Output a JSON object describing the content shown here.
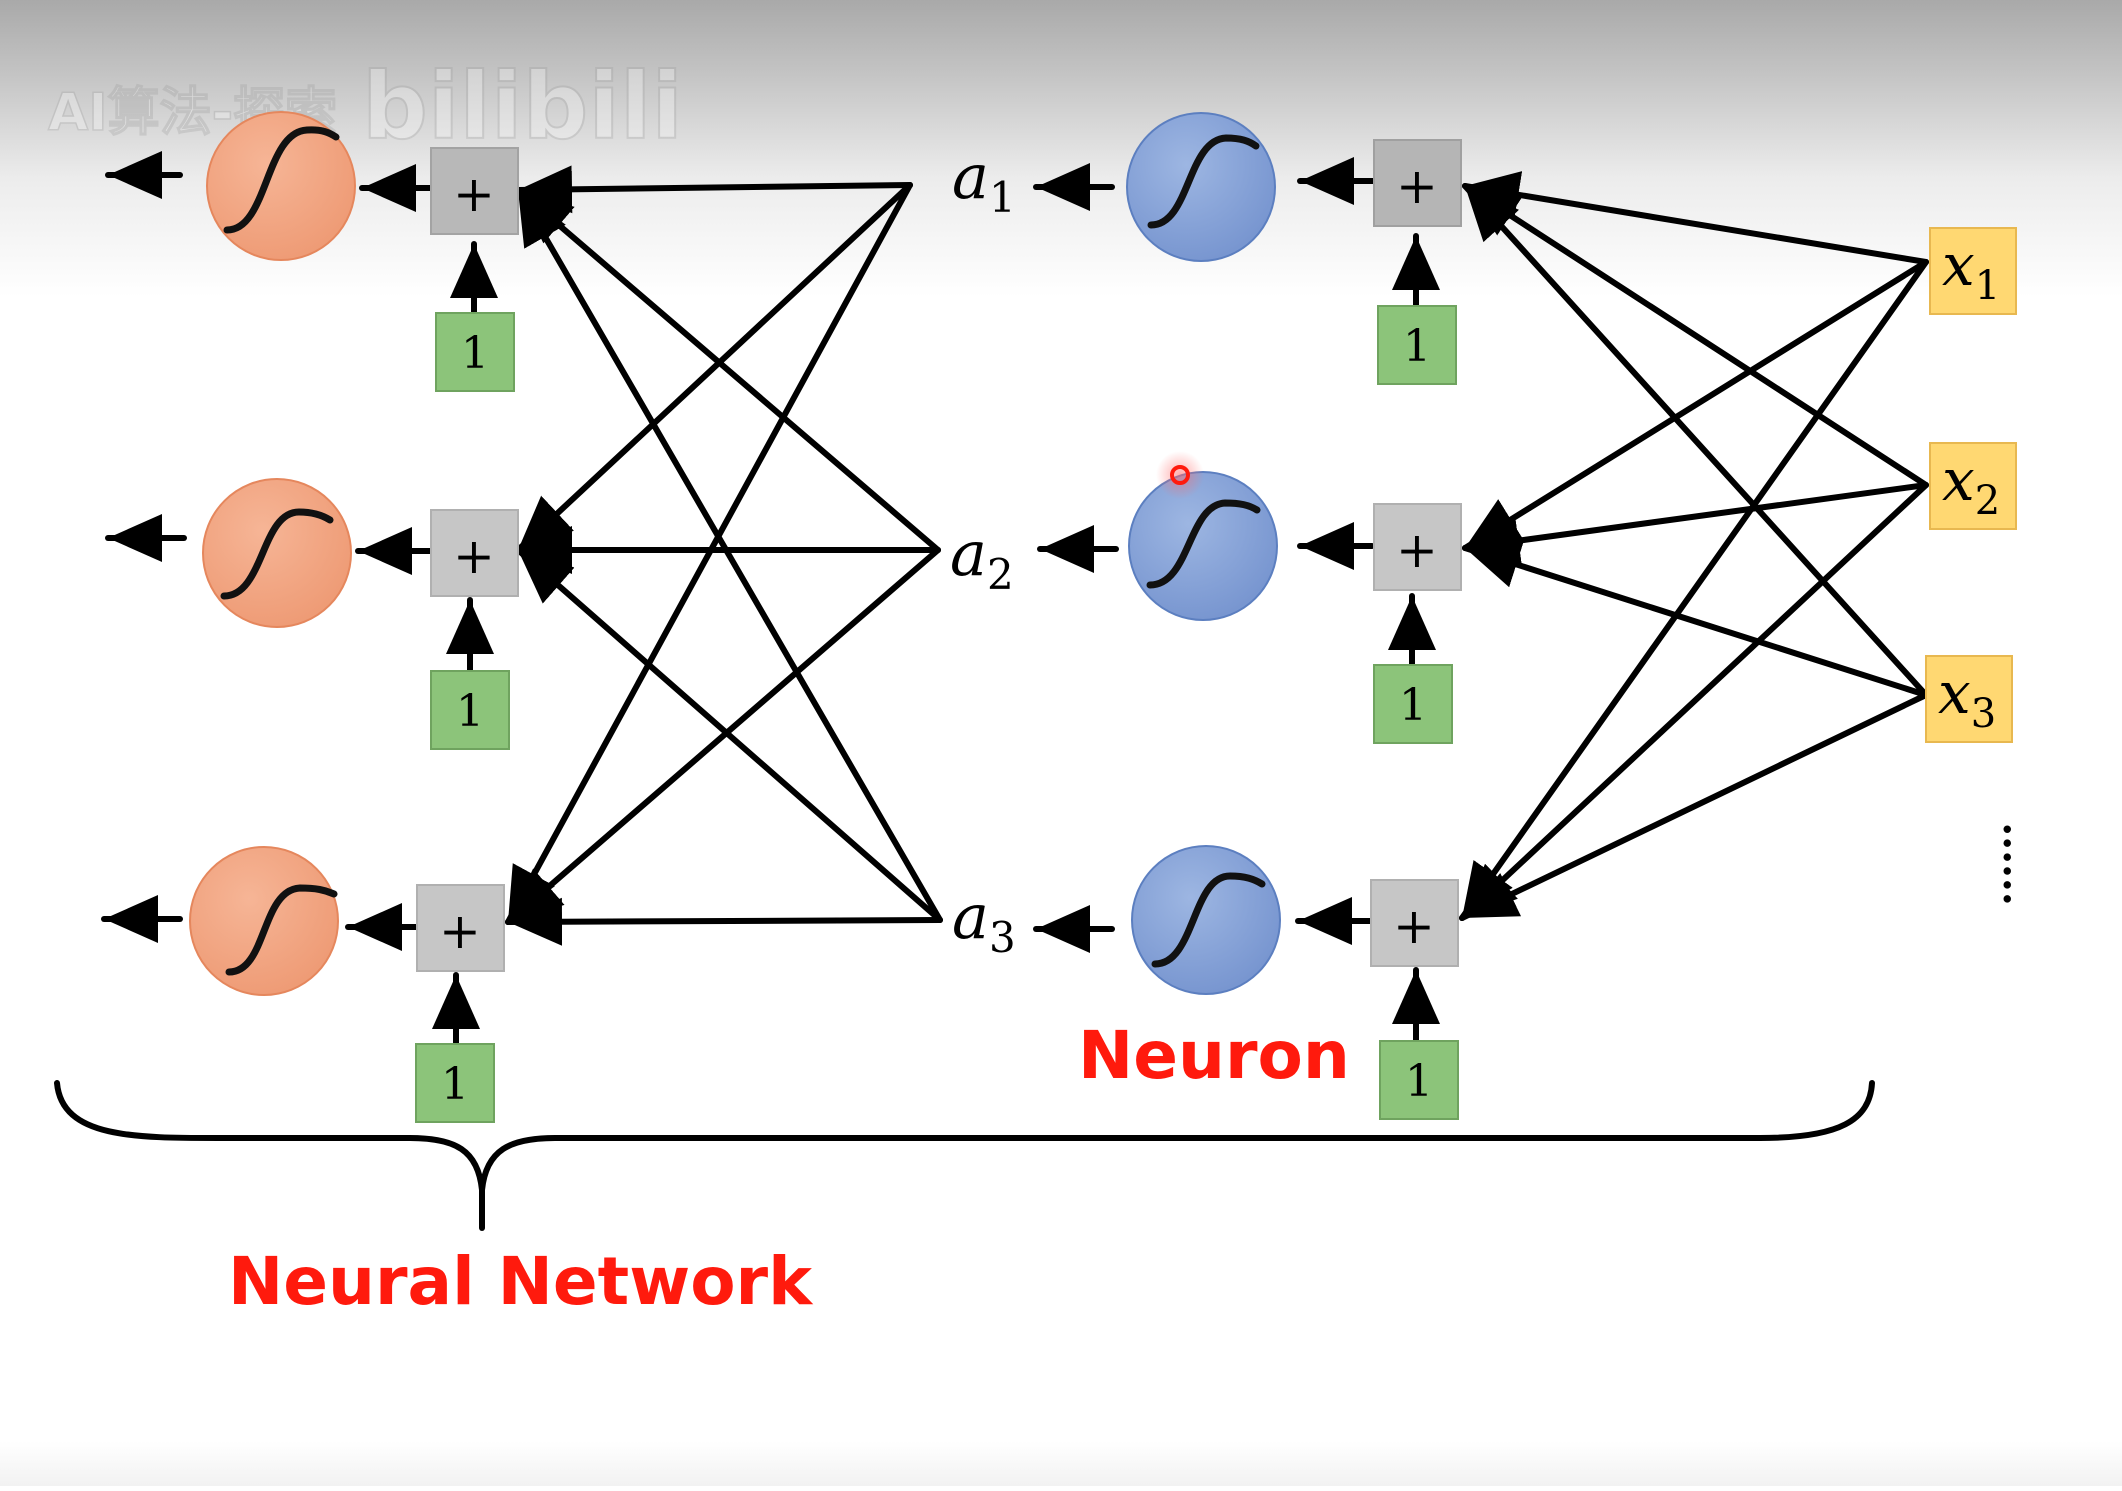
{
  "colors": {
    "output_neuron": "#f0a07c",
    "hidden_neuron": "#7f9fd6",
    "sum_box": "#c4c4c4",
    "bias_box": "#8cc47a",
    "input_box": "#ffd872",
    "label_red": "#ff1a0d",
    "edge": "#000000"
  },
  "watermark": {
    "text": "AI算法-探索",
    "logo": "bilibili"
  },
  "icons": {
    "activation": "sigmoid-icon",
    "sum": "plus-icon",
    "cursor": "red-circle-pointer-icon"
  },
  "sum_symbol": "+",
  "bias_value": "1",
  "hidden_labels": [
    {
      "base": "a",
      "sub": "1"
    },
    {
      "base": "a",
      "sub": "2"
    },
    {
      "base": "a",
      "sub": "3"
    }
  ],
  "input_labels": [
    {
      "base": "x",
      "sub": "1"
    },
    {
      "base": "x",
      "sub": "2"
    },
    {
      "base": "x",
      "sub": "3"
    }
  ],
  "ellipsis": "......",
  "labels": {
    "neuron": "Neuron",
    "neural_network": "Neural Network"
  }
}
